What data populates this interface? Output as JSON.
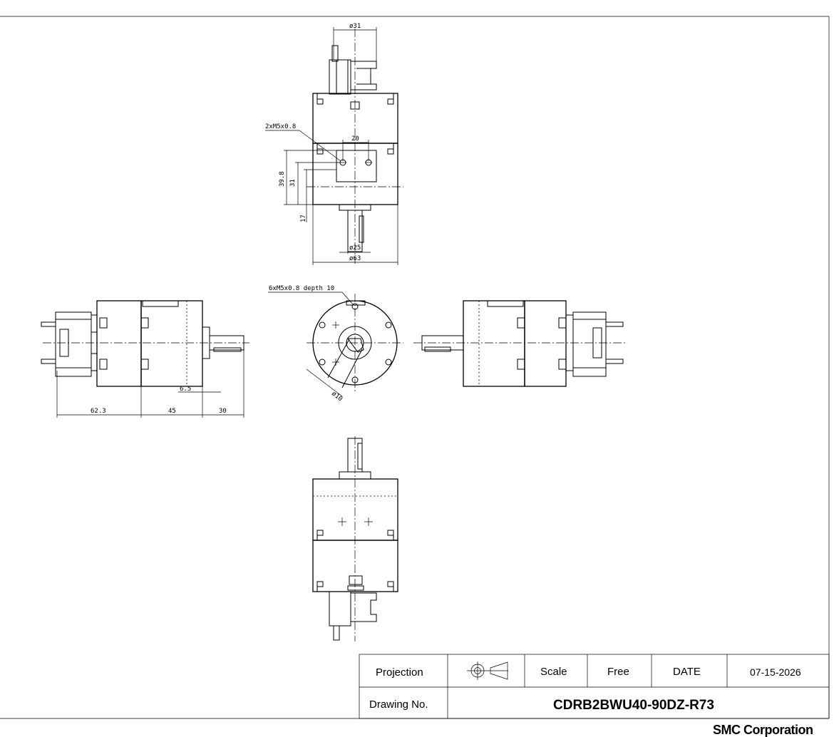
{
  "drawing": {
    "dims": {
      "top_dia_31": "ø31",
      "thread_2x": "2xM5x0.8",
      "width_20": "20",
      "h_39_8": "39.8",
      "h_31": "31",
      "h_17": "17",
      "dia_25": "ø25",
      "dia_63": "ø63",
      "thread_6x": "6xM5x0.8 depth 10",
      "dia_10": "ø10",
      "len_6_5": "6.5",
      "len_62_3": "62.3",
      "len_45": "45",
      "len_30": "30"
    }
  },
  "title_block": {
    "projection_label": "Projection",
    "projection_symbol": "third-angle-projection-icon",
    "scale_label": "Scale",
    "scale_value": "Free",
    "date_label": "DATE",
    "date_value": "07-15-2026",
    "drawing_no_label": "Drawing No.",
    "drawing_no_value": "CDRB2BWU40-90DZ-R73"
  },
  "company": "SMC Corporation"
}
